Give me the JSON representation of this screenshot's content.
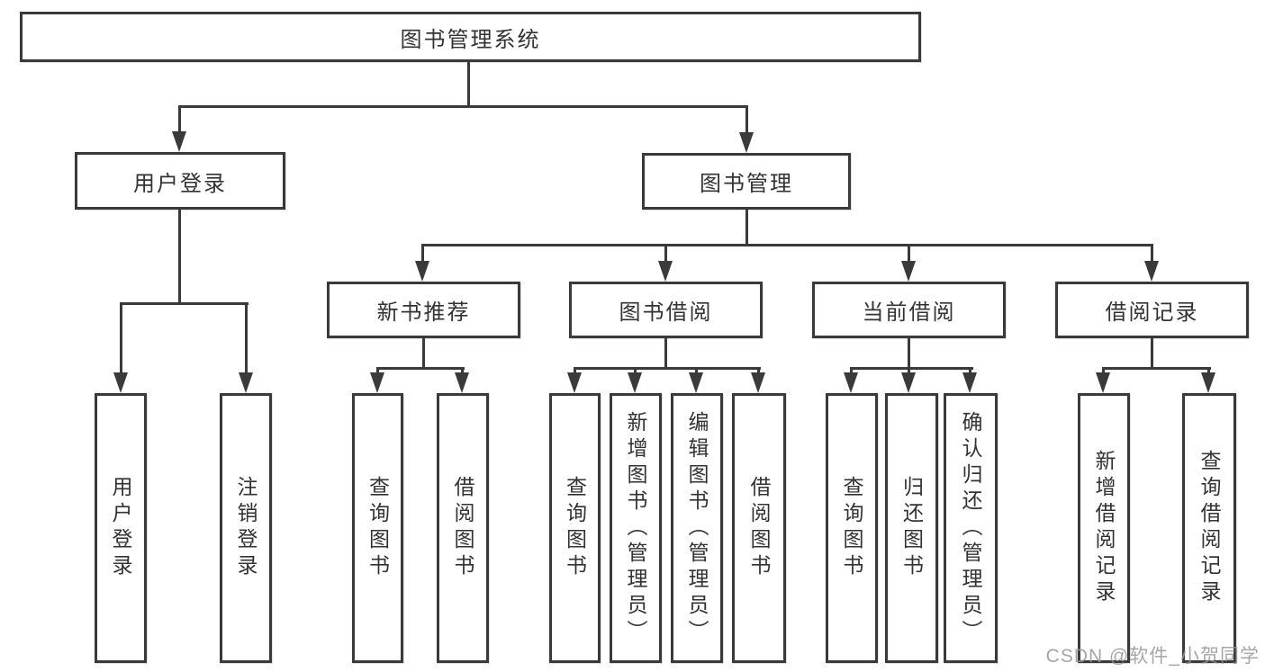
{
  "diagram_title": "图书管理系统",
  "nodes": {
    "root": "图书管理系统",
    "user_login": "用户登录",
    "book_mgmt": "图书管理",
    "new_book_rec": "新书推荐",
    "book_borrow": "图书借阅",
    "current_borrow": "当前借阅",
    "borrow_record": "借阅记录",
    "leaf_user_login": "用户登录",
    "leaf_logout": "注销登录",
    "leaf_query_book_1": "查询图书",
    "leaf_borrow_book_1": "借阅图书",
    "leaf_query_book_2": "查询图书",
    "leaf_add_book": "新增图书（管理员）",
    "leaf_edit_book": "编辑图书（管理员）",
    "leaf_borrow_book_2": "借阅图书",
    "leaf_query_book_3": "查询图书",
    "leaf_return_book": "归还图书",
    "leaf_confirm_return": "确认归还（管理员）",
    "leaf_add_record": "新增借阅记录",
    "leaf_query_record": "查询借阅记录"
  },
  "hierarchy": {
    "图书管理系统": {
      "用户登录": [
        "用户登录",
        "注销登录"
      ],
      "图书管理": {
        "新书推荐": [
          "查询图书",
          "借阅图书"
        ],
        "图书借阅": [
          "查询图书",
          "新增图书（管理员）",
          "编辑图书（管理员）",
          "借阅图书"
        ],
        "当前借阅": [
          "查询图书",
          "归还图书",
          "确认归还（管理员）"
        ],
        "借阅记录": [
          "新增借阅记录",
          "查询借阅记录"
        ]
      }
    }
  },
  "watermark": "CSDN @软件_小贺同学",
  "colors": {
    "line": "#3a3a3a",
    "text": "#333333",
    "background": "#ffffff",
    "watermark": "#969696"
  }
}
